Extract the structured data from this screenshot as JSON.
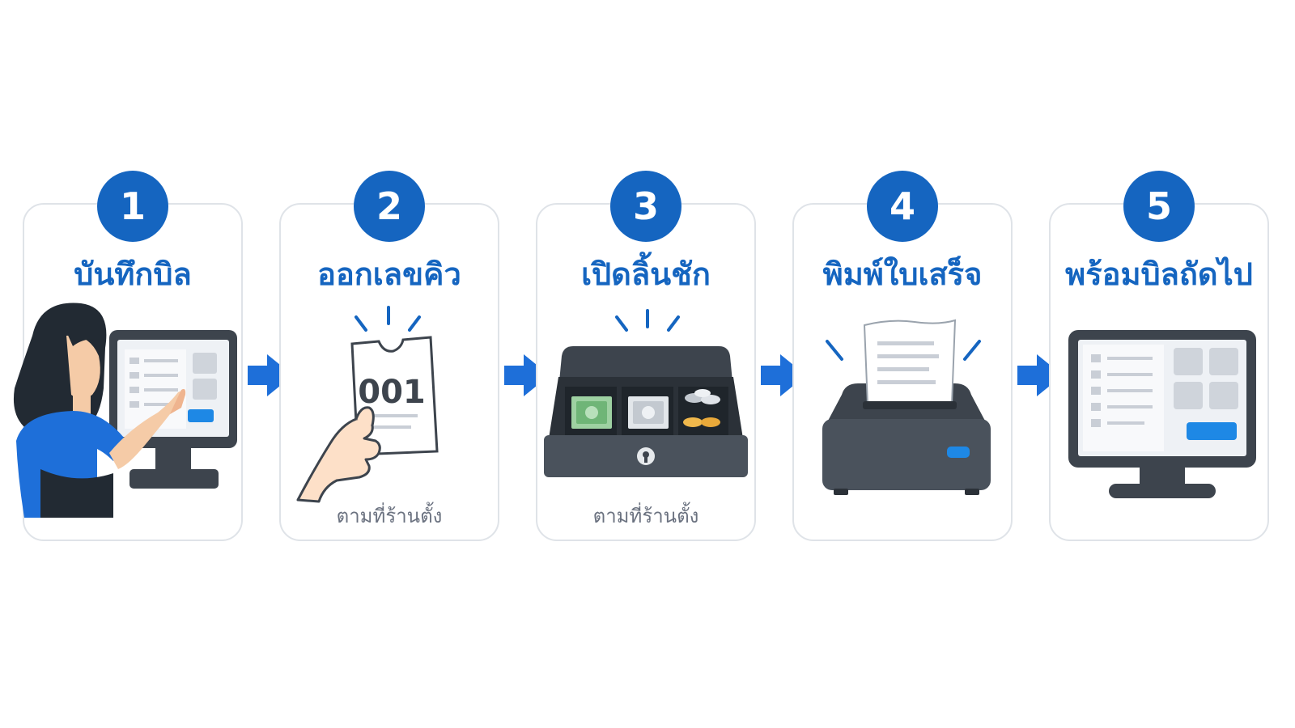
{
  "steps": [
    {
      "number": "1",
      "title": "บันทึกบิล",
      "note": "",
      "icon": "cashier-at-pos-terminal-icon"
    },
    {
      "number": "2",
      "title": "ออกเลขคิว",
      "note": "ตามที่ร้านตั้ง",
      "ticket_number": "001",
      "icon": "queue-ticket-icon"
    },
    {
      "number": "3",
      "title": "เปิดลิ้นชัก",
      "note": "ตามที่ร้านตั้ง",
      "icon": "cash-drawer-icon"
    },
    {
      "number": "4",
      "title": "พิมพ์ใบเสร็จ",
      "note": "",
      "icon": "receipt-printer-icon"
    },
    {
      "number": "5",
      "title": "พร้อมบิลถัดไป",
      "note": "",
      "icon": "pos-monitor-icon"
    }
  ],
  "colors": {
    "accent": "#1565c0",
    "button_blue": "#1e88e5",
    "device_dark": "#3d444d",
    "card_border": "#dfe3e8",
    "note_gray": "#6b7280"
  }
}
